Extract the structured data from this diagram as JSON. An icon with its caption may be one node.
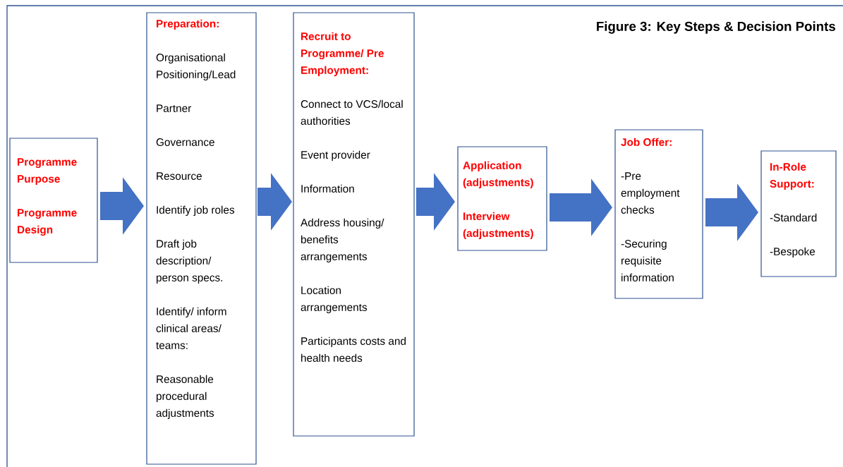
{
  "diagram": {
    "title": "Figure 3: Key Steps & Decision Points",
    "nodes": [
      {
        "text": [
          "Programme Purpose",
          "Programme Design"
        ]
      },
      {
        "text": [
          "Preparation:",
          "Organisational Positioning/Lead",
          "Partner",
          "Governance",
          "Resource",
          "Identify job roles",
          "Draft job description/ person specs.",
          "Identify/ inform clinical areas/ teams:",
          "Reasonable procedural adjustments"
        ]
      },
      {
        "text": [
          "Recruit to Programme/ Pre Employment:",
          "Connect to VCS/local authorities",
          "Event provider",
          "Information",
          "Address housing/ benefits arrangements",
          "Location arrangements",
          "Participants costs and health needs"
        ]
      },
      {
        "text": [
          "Application (adjustments)",
          "Interview (adjustments)"
        ]
      },
      {
        "text": [
          "Job Offer:",
          "-Pre employment checks",
          "-Securing requisite information"
        ]
      },
      {
        "text": [
          "In-Role Support:",
          "-Standard",
          "-Bespoke"
        ]
      }
    ],
    "edges": [
      {
        "from": 0,
        "to": 1,
        "arrow": "to"
      },
      {
        "from": 1,
        "to": 2,
        "arrow": "to"
      },
      {
        "from": 2,
        "to": 3,
        "arrow": "to"
      },
      {
        "from": 3,
        "to": 4,
        "arrow": "to"
      },
      {
        "from": 4,
        "to": 5,
        "arrow": "to"
      }
    ]
  }
}
